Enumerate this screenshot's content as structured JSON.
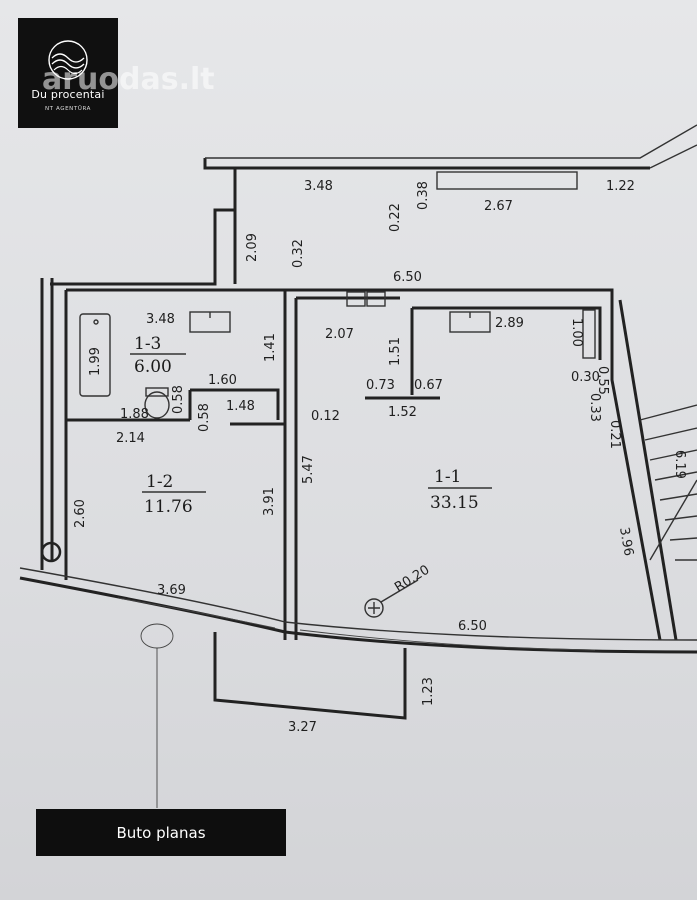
{
  "logo": {
    "name": "Du procentai",
    "subtitle": "NT AGENTŪRA"
  },
  "watermark": "aruodas.lt",
  "caption": "Buto planas",
  "rooms": [
    {
      "id": "1-1",
      "area": "33.15"
    },
    {
      "id": "1-2",
      "area": "11.76"
    },
    {
      "id": "1-3",
      "area": "6.00"
    }
  ],
  "dimensions": {
    "top_left_width": "3.48",
    "top_gap_a": "0.38",
    "top_gap_b": "0.22",
    "balcony_top_width": "2.67",
    "top_right_width": "1.22",
    "hall_depth": "2.09",
    "wall_thick": "0.32",
    "main_width_top": "6.50",
    "bath_width": "3.48",
    "bath_height": "1.99",
    "corridor_width": "2.07",
    "closet_depth": "1.51",
    "closet_a": "0.73",
    "closet_b": "0.67",
    "closet_width": "1.52",
    "kitchen_width": "2.89",
    "niche_a": "1.00",
    "niche_b": "0.30",
    "niche_c": "0.55",
    "niche_d": "0.33",
    "niche_e": "0.21",
    "bath_side": "1.41",
    "bath_partition": "1.60",
    "wc_width": "1.88",
    "wc_side": "0.58",
    "wc_side_b": "0.58",
    "room2_top": "1.48",
    "wall_mid": "0.12",
    "room2_entry": "2.14",
    "room2_left": "2.60",
    "room2_right": "3.91",
    "main_left": "5.47",
    "stair_dim": "6.19",
    "main_right": "3.96",
    "room2_bottom": "3.69",
    "radius": "R0.20",
    "main_bottom": "6.50",
    "balcony_depth": "1.23",
    "balcony_width": "3.27"
  }
}
